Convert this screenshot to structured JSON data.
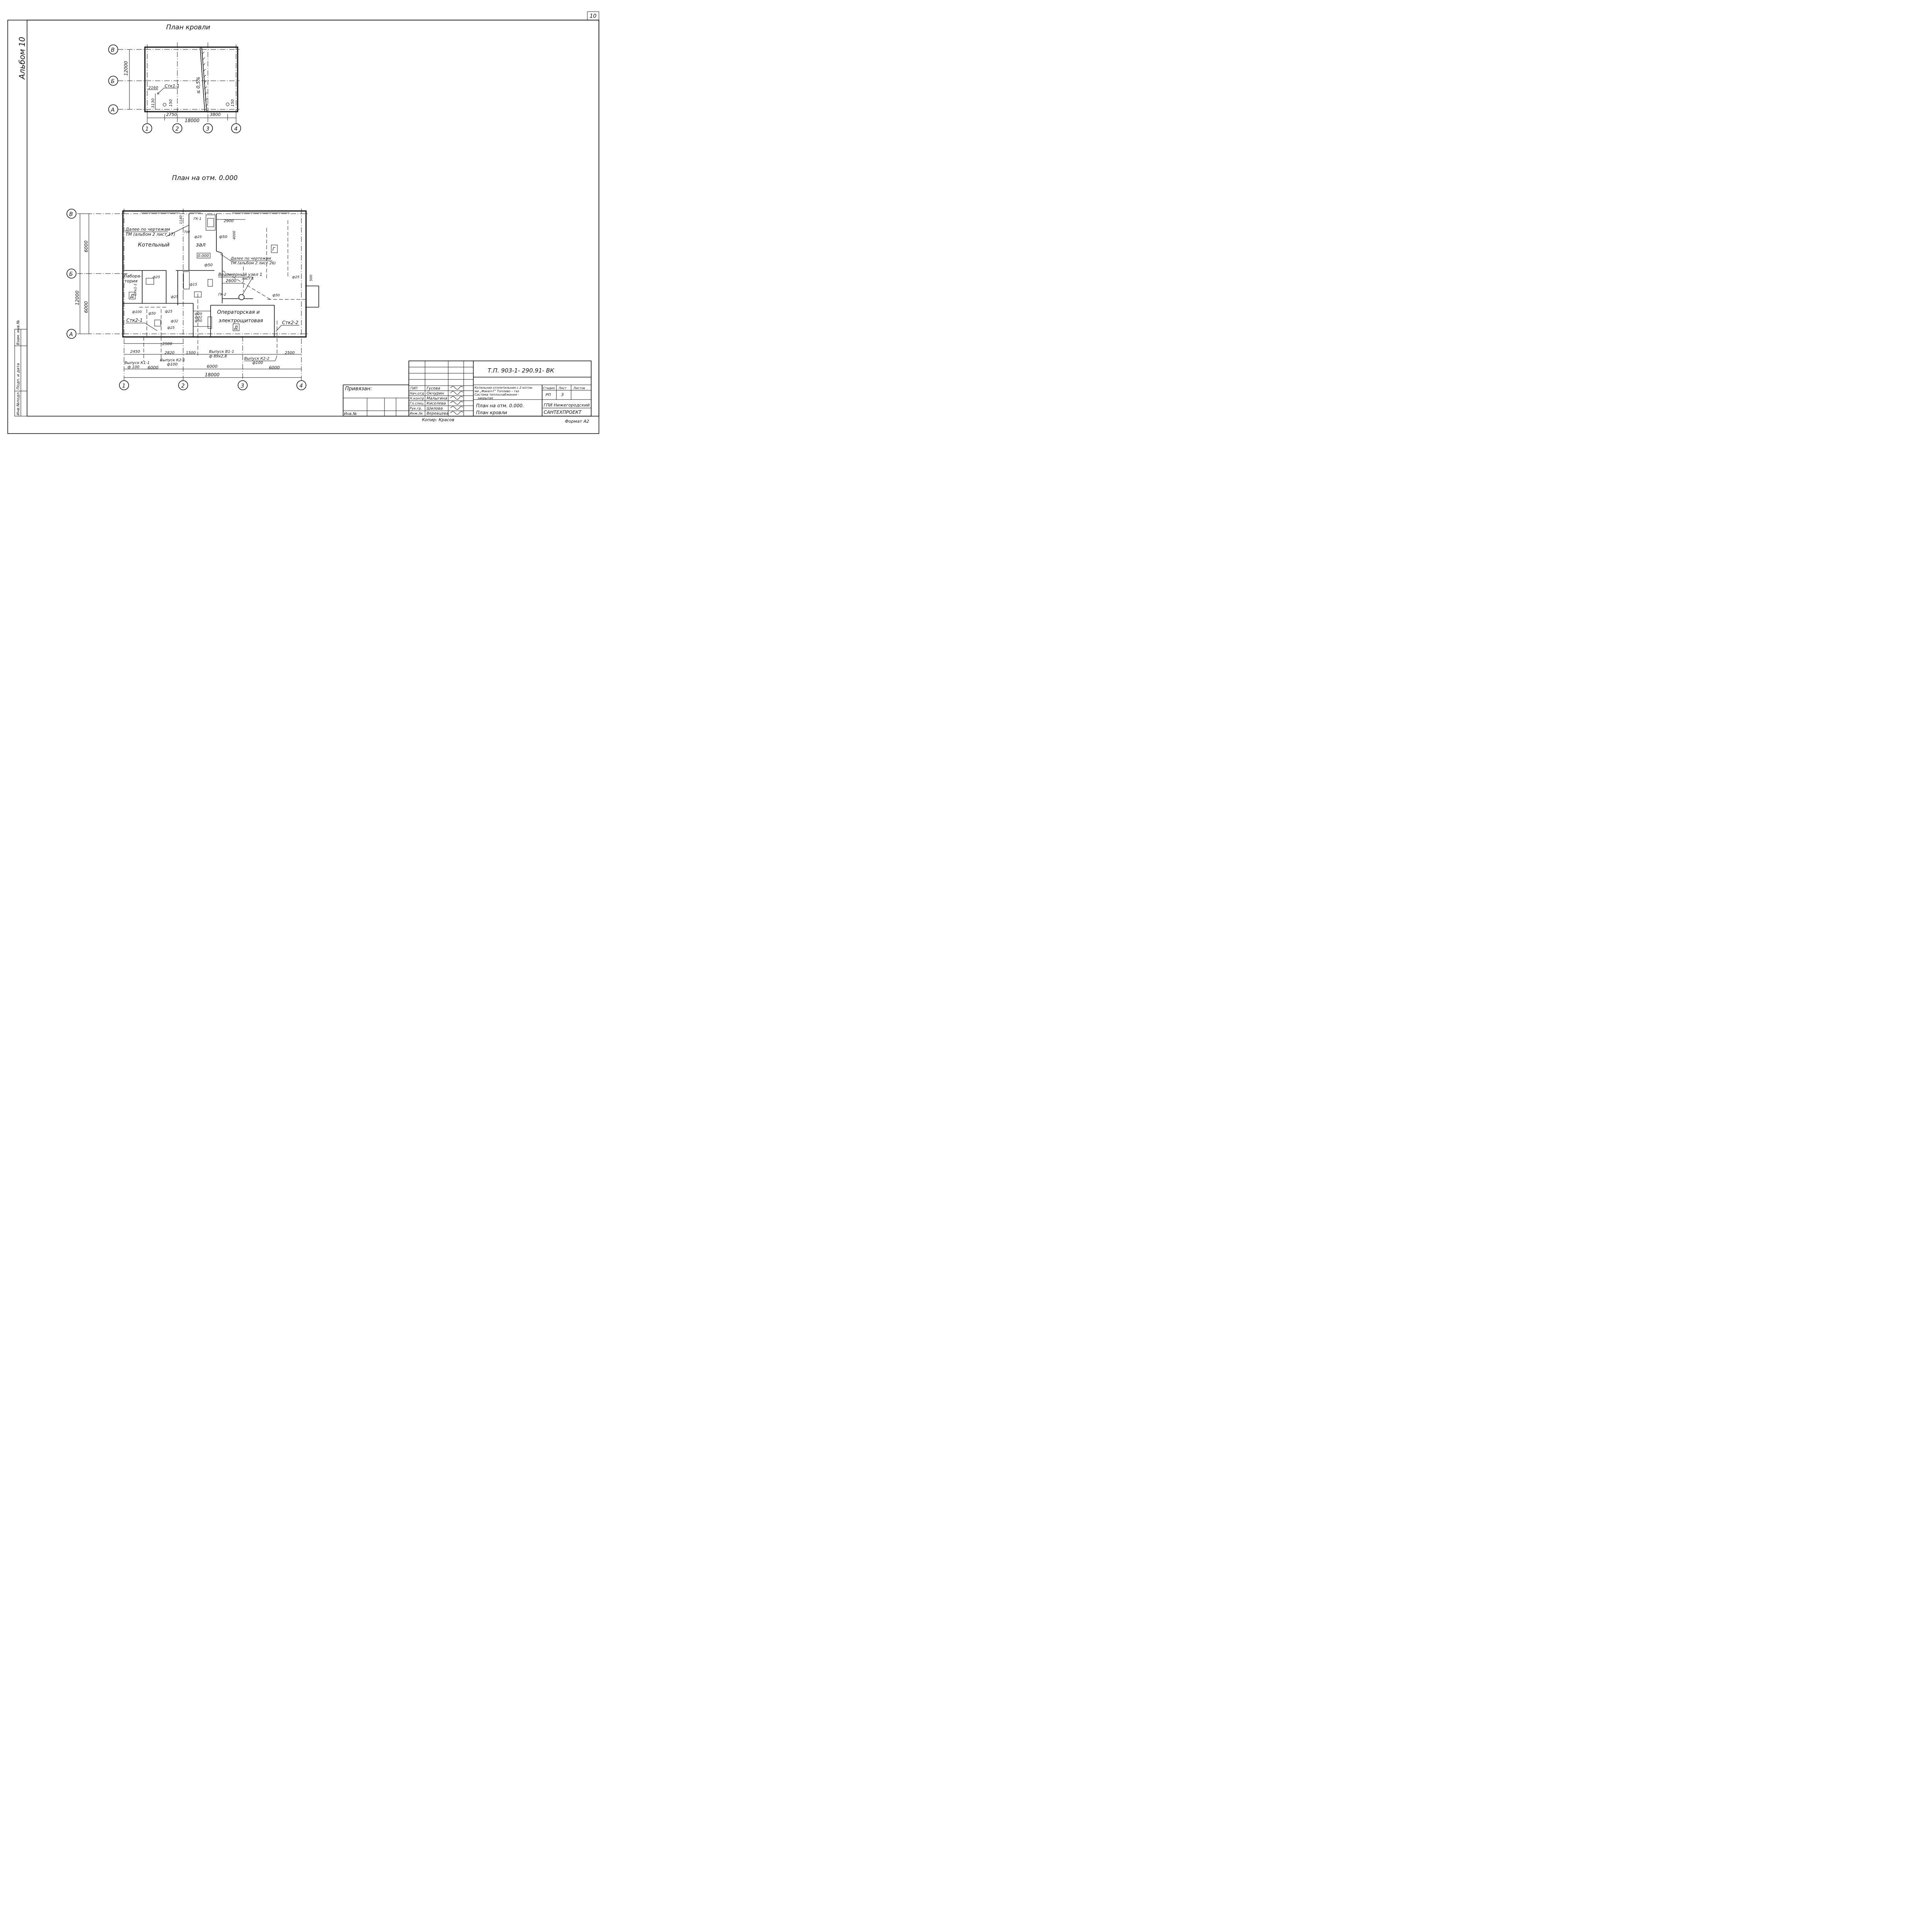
{
  "page_number": "10",
  "album_label": "Альбом 10",
  "side_stamp": {
    "labels": [
      "Инв.№подл.",
      "Подп. и дата",
      "Взам. инв.№"
    ]
  },
  "roof_plan": {
    "title": "План кровли",
    "axes_rows": [
      "В",
      "Б",
      "А"
    ],
    "axes_cols": [
      "1",
      "2",
      "3",
      "4"
    ],
    "dims": {
      "total_width": "18000",
      "total_height": "12000",
      "d2750": "2750",
      "d3800": "3800",
      "d2160": "2160",
      "d3130": "3130",
      "d150a": "150",
      "d150b": "150"
    },
    "labels": {
      "stk": "Стк1-1",
      "slope": "≤ 0,5%"
    }
  },
  "floor_plan": {
    "title": "План на отм. 0.000",
    "axes_rows": [
      "В",
      "Б",
      "А"
    ],
    "axes_cols": [
      "1",
      "2",
      "3",
      "4"
    ],
    "rooms": {
      "boiler": "Котельный",
      "hall": "зал",
      "lab_line1": "Лабора-",
      "lab_line2": "тория",
      "operator_line1": "Операторская и",
      "operator_line2": "электрощитовая",
      "mark_g": "Г",
      "mark_d1": "Д",
      "mark_d2": "Д",
      "level": "0.000"
    },
    "notes": {
      "further1_line1": "Далее по чертежам",
      "further1_line2": "ТМ (альбом 2 лист 17)",
      "further2_line1": "Далее по чертежам",
      "further2_line2": "ТМ (альбом 2 лист 26)",
      "water_node_line1": "Водомерный узел 1",
      "water_node_line2": "лист 4",
      "gk1": "ГК-1",
      "gk2": "ГК-2",
      "stk21": "Стк2-1",
      "stk22": "Стк2-2",
      "stk11": "Стк1-1"
    },
    "pipe_sizes": [
      "ф25",
      "ф50",
      "ф50",
      "ф25",
      "ф15",
      "ф25",
      "ф100",
      "ф50",
      "ф25",
      "ф32",
      "ф25",
      "ф20",
      "ф32",
      "ф50",
      "ф50",
      "ф25"
    ],
    "outlets": {
      "v1_line1": "Выпуск В1-1",
      "v1_line2": "ф 89х2,8",
      "k1_line1": "Выпуск К1-1",
      "k1_line2": "ф 100",
      "k21_line1": "Выпуск К2-1",
      "k21_line2": "ф100",
      "k22_line1": "Выпуск К2-2",
      "k22_line2": "ф100"
    },
    "dims": {
      "height_top": "6000",
      "height_bottom": "6000",
      "total_height": "12000",
      "span1": "6000",
      "span2": "6000",
      "span3": "6000",
      "total_width": "18000",
      "d2450": "2450",
      "d2820": "2820",
      "d1500": "1500",
      "d2500a": "2500",
      "d2500b": "2500",
      "d2900": "2900",
      "d2600": "2600",
      "d4000": "4000",
      "d1140": "1140",
      "d700": "700",
      "d500": "500"
    }
  },
  "title_block": {
    "doc_code": "Т.П. 903-1- 290.91- ВК",
    "bound_label": "Привязан:",
    "inv_label": "Инв.№",
    "project_line1": "Котельная отопительная с 2 котла-",
    "project_line2": "ми „Факел-Г\" Топливо – газ",
    "project_line3": "Система теплоснабжения -",
    "project_line4": "закрытая",
    "sheet_title_line1": "План на отм. 0.000.",
    "sheet_title_line2": "План кровли",
    "org_line1": "ГПИ Нижегородский",
    "org_line2": "САНТЕХПРОЕКТ",
    "stage_header": "Стадия",
    "sheet_header": "Лист",
    "sheets_header": "Листов",
    "stage_value": "РП",
    "sheet_value": "3",
    "sheets_value": "",
    "roles": [
      {
        "role": "ГИП",
        "name": "Гусева"
      },
      {
        "role": "Нач.отд",
        "name": "Окчурин"
      },
      {
        "role": "Н.контр",
        "name": "Малыгина"
      },
      {
        "role": "Гл.спец",
        "name": "Киселева"
      },
      {
        "role": "Рук.гр.",
        "name": "Шилова"
      },
      {
        "role": "Инж.IIк",
        "name": "Веревцева"
      }
    ],
    "copied_by": "Копир: Красов",
    "format": "Формат А2"
  }
}
